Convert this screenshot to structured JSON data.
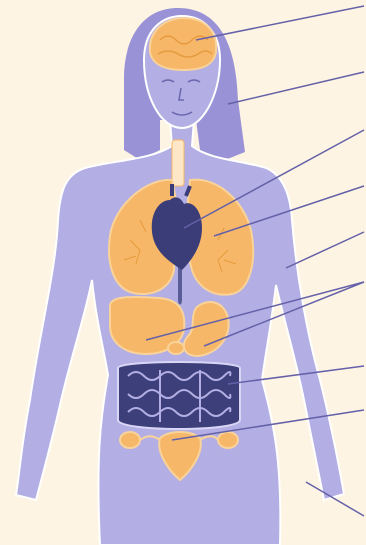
{
  "diagram": {
    "subject": "female-body-anatomy",
    "labels_visible": false,
    "colors": {
      "background": "#fdf4e4",
      "body": "#b3aee3",
      "body_outline": "#ffffff",
      "hair": "#9a92d6",
      "organs": "#f6b868",
      "organ_outline": "#f9d39a",
      "heart": "#3b3d78",
      "intestine": "#3c3f7a",
      "leader_lines": "#6461a8"
    },
    "pointers": [
      {
        "id": "brain"
      },
      {
        "id": "hair"
      },
      {
        "id": "heart"
      },
      {
        "id": "lungs"
      },
      {
        "id": "skin"
      },
      {
        "id": "stomach-and-liver"
      },
      {
        "id": "intestines"
      },
      {
        "id": "reproductive-organs"
      },
      {
        "id": "leg"
      }
    ]
  }
}
